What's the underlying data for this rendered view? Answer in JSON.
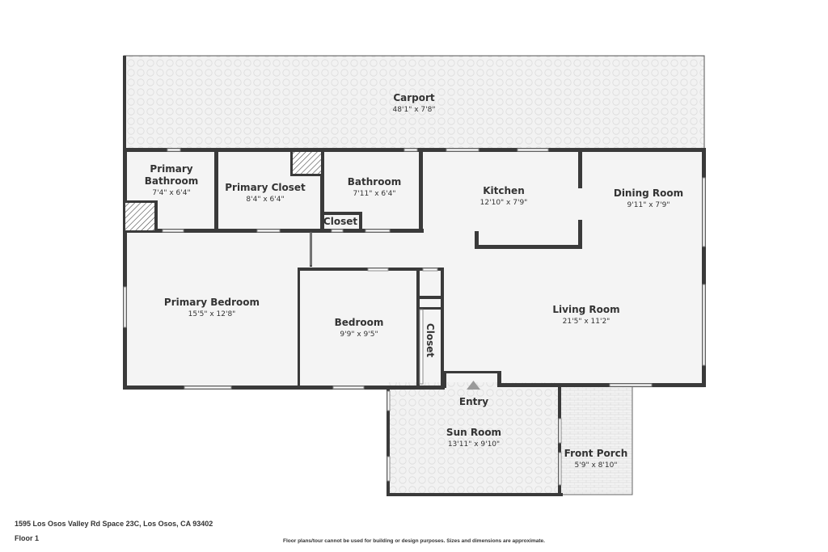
{
  "rooms": {
    "carport": {
      "name": "Carport",
      "dim": "48'1\" x 7'8\""
    },
    "primary_bathroom": {
      "name_line1": "Primary",
      "name_line2": "Bathroom",
      "dim": "7'4\" x 6'4\""
    },
    "primary_closet": {
      "name": "Primary Closet",
      "dim": "8'4\" x 6'4\""
    },
    "bathroom": {
      "name": "Bathroom",
      "dim": "7'11\" x 6'4\""
    },
    "closet_small": {
      "name": "Closet"
    },
    "kitchen": {
      "name": "Kitchen",
      "dim": "12'10\" x 7'9\""
    },
    "dining_room": {
      "name": "Dining Room",
      "dim": "9'11\" x 7'9\""
    },
    "primary_bedroom": {
      "name": "Primary Bedroom",
      "dim": "15'5\" x 12'8\""
    },
    "bedroom": {
      "name": "Bedroom",
      "dim": "9'9\" x 9'5\""
    },
    "closet_vertical": {
      "name": "Closet"
    },
    "living_room": {
      "name": "Living Room",
      "dim": "21'5\" x 11'2\""
    },
    "entry": {
      "name": "Entry"
    },
    "sun_room": {
      "name": "Sun Room",
      "dim": "13'11\" x 9'10\""
    },
    "front_porch": {
      "name": "Front Porch",
      "dim": "5'9\" x 8'10\""
    }
  },
  "footer": {
    "address": "1595 Los Osos Valley Rd Space 23C, Los Osos, CA 93402",
    "floor": "Floor 1",
    "disclaimer": "Floor plans/tour cannot be used for building or design purposes. Sizes and dimensions are approximate."
  },
  "colors": {
    "wall": "#3a3a3a",
    "floor": "#f4f4f4",
    "paver": "#ededed",
    "text": "#333333"
  }
}
